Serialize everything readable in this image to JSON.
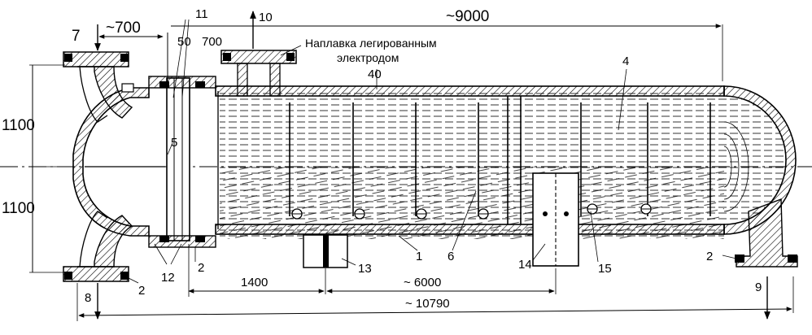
{
  "drawing": {
    "note_line1": "Наплавка легированным",
    "note_line2": "электродом",
    "dimensions": {
      "d_700_left": "~700",
      "d_9000": "~9000",
      "d_50": "50",
      "d_700_top": "700",
      "d_40": "40",
      "d_1100_upper": "1100",
      "d_1100_lower": "1100",
      "d_1400": "1400",
      "d_6000": "~ 6000",
      "d_10790": "~ 10790"
    },
    "callouts": {
      "c1": "1",
      "c2a": "2",
      "c2b": "2",
      "c2c": "2",
      "c4": "4",
      "c5": "5",
      "c6": "6",
      "c7": "7",
      "c8": "8",
      "c9": "9",
      "c10": "10",
      "c11": "11",
      "c12": "12",
      "c13": "13",
      "c14": "14",
      "c15": "15"
    }
  }
}
